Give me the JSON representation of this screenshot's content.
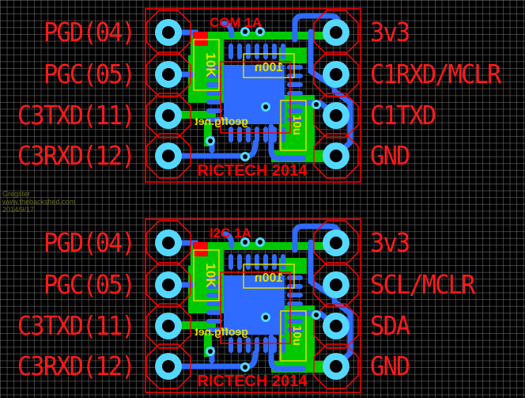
{
  "credit": {
    "line1": "Gregster",
    "line2": "www.thebackshed.com",
    "line3": "2014/9/17"
  },
  "boards": [
    {
      "name": "COM 1A",
      "footer": "RICTECH 2014",
      "left_pins": [
        "PGD(04)",
        "PGC(05)",
        "C3TXD(11)",
        "C3RXD(12)"
      ],
      "right_pins": [
        "3v3",
        "C1RXD/MCLR",
        "C1TXD",
        "GND"
      ],
      "silk": {
        "resistor": "10K",
        "cap1": "100n",
        "cap2": "10u",
        "url": "geoffg.net"
      }
    },
    {
      "name": "I2C 1A",
      "footer": "RICTECH 2014",
      "left_pins": [
        "PGD(04)",
        "PGC(05)",
        "C3TXD(11)",
        "C3RXD(12)"
      ],
      "right_pins": [
        "3v3",
        "SCL/MCLR",
        "SDA",
        "GND"
      ],
      "silk": {
        "resistor": "10K",
        "cap1": "100n",
        "cap2": "10u",
        "url": "geoffg.net"
      }
    }
  ],
  "colors": {
    "copper_top": "#ff0000",
    "copper_bottom": "#2f6bff",
    "fill": "#00cc00",
    "pad": "#55d8ff",
    "silk": "#e0e000",
    "grid": "#787878"
  }
}
